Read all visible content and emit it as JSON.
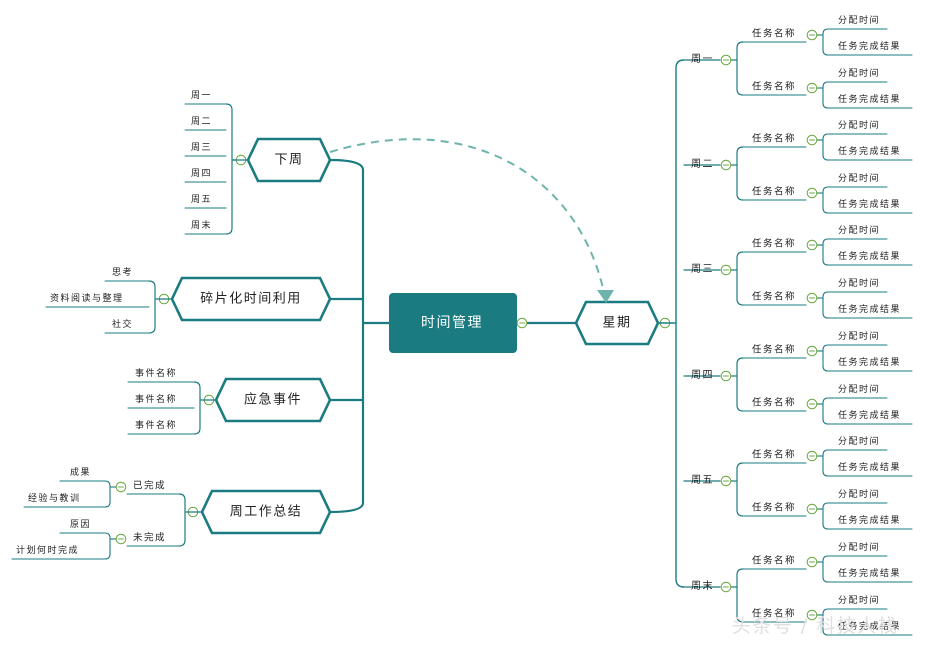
{
  "colors": {
    "line": "#1a7b80",
    "node_border": "#1a7b80",
    "center_fill": "#1a7b80",
    "dash": "#6fb3ad",
    "collapse": "#6aa840"
  },
  "center": {
    "label": "时间管理"
  },
  "right": {
    "label": "星期",
    "days": [
      {
        "label": "周一",
        "tasks": [
          {
            "label": "任务名称",
            "subs": [
              "分配时间",
              "任务完成结果"
            ]
          },
          {
            "label": "任务名称",
            "subs": [
              "分配时间",
              "任务完成结果"
            ]
          }
        ]
      },
      {
        "label": "周二",
        "tasks": [
          {
            "label": "任务名称",
            "subs": [
              "分配时间",
              "任务完成结果"
            ]
          },
          {
            "label": "任务名称",
            "subs": [
              "分配时间",
              "任务完成结果"
            ]
          }
        ]
      },
      {
        "label": "周三",
        "tasks": [
          {
            "label": "任务名称",
            "subs": [
              "分配时间",
              "任务完成结果"
            ]
          },
          {
            "label": "任务名称",
            "subs": [
              "分配时间",
              "任务完成结果"
            ]
          }
        ]
      },
      {
        "label": "周四",
        "tasks": [
          {
            "label": "任务名称",
            "subs": [
              "分配时间",
              "任务完成结果"
            ]
          },
          {
            "label": "任务名称",
            "subs": [
              "分配时间",
              "任务完成结果"
            ]
          }
        ]
      },
      {
        "label": "周五",
        "tasks": [
          {
            "label": "任务名称",
            "subs": [
              "分配时间",
              "任务完成结果"
            ]
          },
          {
            "label": "任务名称",
            "subs": [
              "分配时间",
              "任务完成结果"
            ]
          }
        ]
      },
      {
        "label": "周末",
        "tasks": [
          {
            "label": "任务名称",
            "subs": [
              "分配时间",
              "任务完成结果"
            ]
          },
          {
            "label": "任务名称",
            "subs": [
              "分配时间",
              "任务完成结果"
            ]
          }
        ]
      }
    ]
  },
  "left": {
    "next_week": {
      "label": "下周",
      "items": [
        "周一",
        "周二",
        "周三",
        "周四",
        "周五",
        "周末"
      ]
    },
    "fragments": {
      "label": "碎片化时间利用",
      "items": [
        "思考",
        "资料阅读与整理",
        "社交"
      ]
    },
    "emergency": {
      "label": "应急事件",
      "items": [
        "事件名称",
        "事件名称",
        "事件名称"
      ]
    },
    "summary": {
      "label": "周工作总结",
      "groups": [
        {
          "label": "已完成",
          "items": [
            "成果",
            "经验与教训"
          ]
        },
        {
          "label": "未完成",
          "items": [
            "原因",
            "计划何时完成"
          ]
        }
      ]
    }
  },
  "watermark": "头条号 / 科技人栈"
}
